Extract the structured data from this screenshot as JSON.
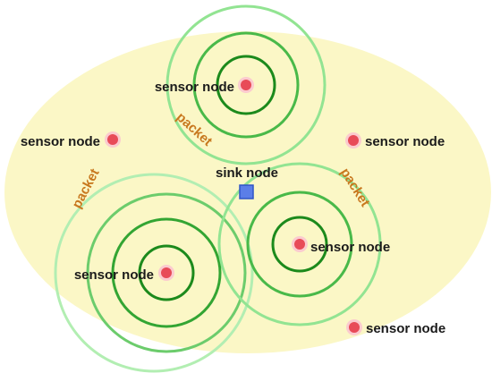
{
  "labels": {
    "sensor_top": "sensor node",
    "sensor_left": "sensor node",
    "sensor_right": "sensor node",
    "sink": "sink node",
    "sensor_mid_right": "sensor node",
    "sensor_bottom_left": "sensor node",
    "sensor_bottom_right": "sensor node",
    "packet_top": "packet",
    "packet_left": "packet",
    "packet_right": "packet"
  },
  "colors": {
    "field": "#fbf7c6",
    "ring_dark": "#1c8a1c",
    "ring_mid": "#49b949",
    "ring_light": "#92e492",
    "sensor": "#e84b58",
    "sensor_halo": "#fbcbcf",
    "sink": "#5b7ee8",
    "sink_border": "#2f55c7",
    "packet_text": "#c8781e"
  }
}
